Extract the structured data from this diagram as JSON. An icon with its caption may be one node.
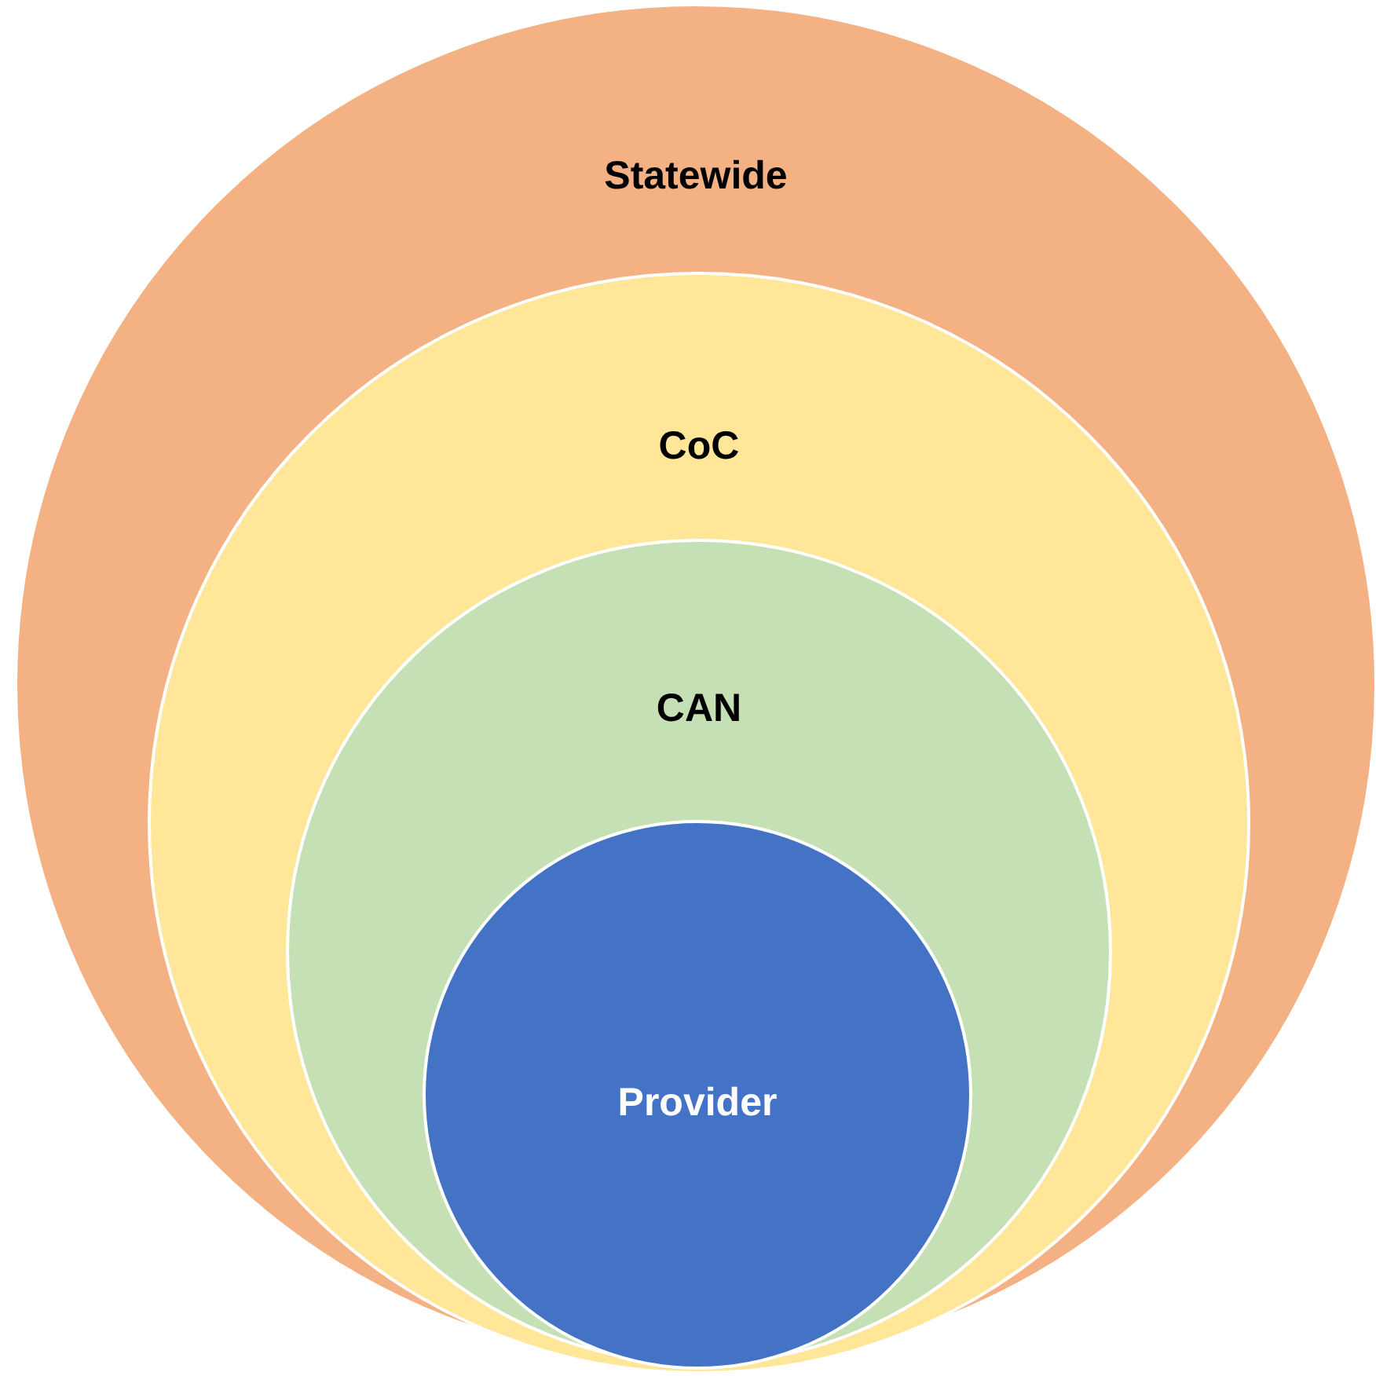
{
  "diagram": {
    "nodes": [
      {
        "text": [
          "Statewide"
        ]
      },
      {
        "text": [
          "CoC"
        ],
        "in": 0
      },
      {
        "text": [
          "CAN"
        ],
        "in": 1
      },
      {
        "text": [
          "Provider"
        ],
        "in": 2
      }
    ]
  }
}
